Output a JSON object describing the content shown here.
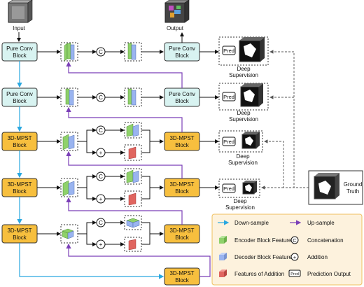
{
  "labels": {
    "input": "Input",
    "output": "Output",
    "ground_truth_line1": "Ground",
    "ground_truth_line2": "Truth",
    "pred": "Pred",
    "deep_supervision_line1": "Deep",
    "deep_supervision_line2": "Supervision",
    "concat_symbol": "C",
    "add_symbol": "+"
  },
  "blocks": {
    "pure_conv_line1": "Pure Conv",
    "pure_conv_line2": "Block",
    "mpst_line1": "3D-MPST",
    "mpst_line2": "Block"
  },
  "legend": {
    "items": [
      {
        "symbol": "down-arrow",
        "label": "Down-sample"
      },
      {
        "symbol": "up-arrow",
        "label": "Up-sample"
      },
      {
        "symbol": "green-cube",
        "label": "Encoder Block Features"
      },
      {
        "symbol": "concat",
        "label": "Concatenation"
      },
      {
        "symbol": "blue-cube",
        "label": "Decoder Block Features"
      },
      {
        "symbol": "add",
        "label": "Addition"
      },
      {
        "symbol": "red-cube",
        "label": "Features of Addition"
      },
      {
        "symbol": "pred",
        "label": "Prediction Output"
      }
    ]
  },
  "colors": {
    "pure_conv_fill": "#d8f3f1",
    "mpst_fill": "#f7bf3e",
    "legend_bg": "#fdf2dd",
    "legend_border": "#f0c060",
    "down_arrow": "#2aa8e0",
    "up_arrow": "#7b3fb8",
    "encoder": "#8fd16a",
    "decoder": "#9ab4f0",
    "addition": "#e0655f"
  }
}
